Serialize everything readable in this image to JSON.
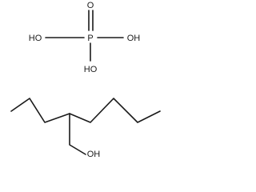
{
  "phosphoric_acid": {
    "atom_o": "O",
    "atom_p": "P",
    "left_oh": "HO",
    "right_oh": "OH",
    "bottom_oh": "HO"
  },
  "ethylhexanol": {
    "hydroxyl": "OH"
  }
}
